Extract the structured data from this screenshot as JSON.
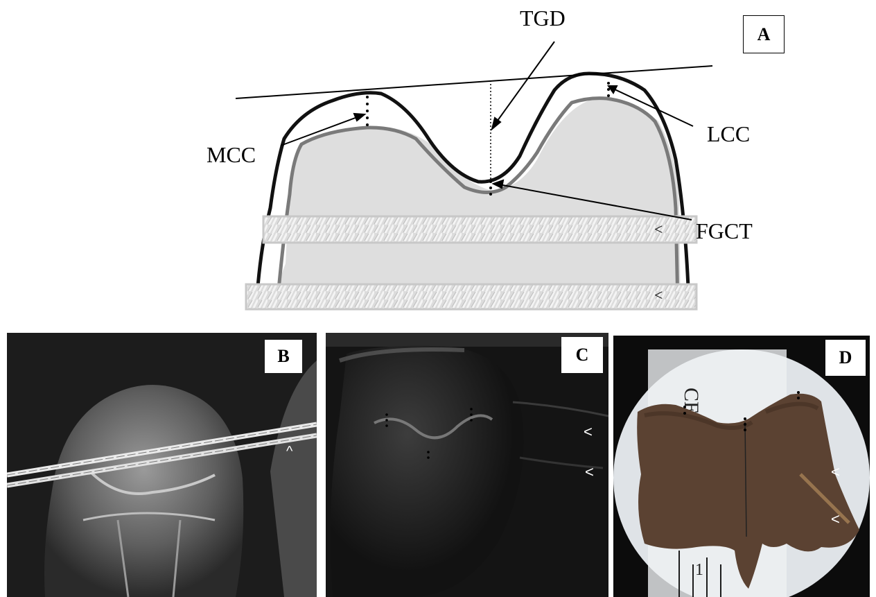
{
  "panels": {
    "a": {
      "label": "A",
      "annotations": {
        "tgd": "TGD",
        "mcc": "MCC",
        "lcc": "LCC",
        "fgct": "FGCT"
      },
      "marker": "<"
    },
    "b": {
      "label": "B",
      "marker": "^"
    },
    "c": {
      "label": "C",
      "marker": "<"
    },
    "d": {
      "label": "D",
      "marker": "<",
      "ruler_text": "CE",
      "ruler_digit": "1"
    }
  },
  "colors": {
    "outline": "#111111",
    "cartilage_line": "#7a7a7a",
    "bone_fill": "#dedede",
    "wire": "#c8c8c8",
    "tissue": "#5b4232",
    "xray_bg": "#2b2b2b",
    "us_bg": "#141414"
  }
}
